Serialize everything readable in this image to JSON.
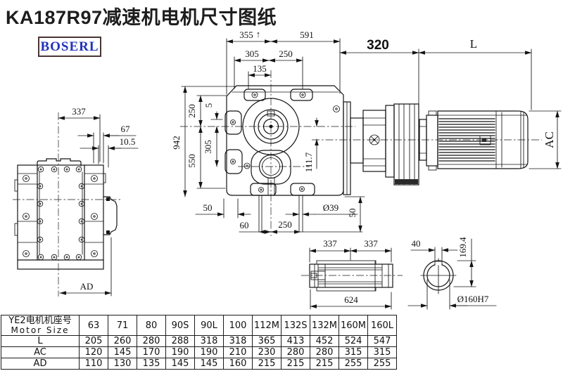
{
  "title": "KA187R97减速机电机尺寸图纸",
  "logo": "BOSERL",
  "colors": {
    "title": "#1d1d1d",
    "logo_text": "#2233bb",
    "line": "#141414"
  },
  "views": {
    "left": {
      "dim_337": "337",
      "dim_67": "67",
      "dim_10_5": "10.5",
      "dim_ad": "AD"
    },
    "front": {
      "dim_355": "355",
      "dim_355_mark": "↑",
      "dim_591": "591",
      "dim_305_top": "305",
      "dim_250_top": "250",
      "dim_135": "135",
      "dim_250_left": "250",
      "dim_5": "5",
      "dim_305_left": "305",
      "dim_550": "550",
      "dim_942": "942",
      "dim_111_7": "111.7",
      "dim_50_bl": "50",
      "dim_60": "60",
      "dim_250_bottom": "250",
      "dim_dia39": "Ø39",
      "dim_50_br": "50"
    },
    "motor": {
      "dim_320": "320",
      "dim_l": "L",
      "dim_ac": "AC"
    },
    "shaft": {
      "dim_337_a": "337",
      "dim_337_b": "337",
      "dim_624": "624"
    },
    "bore": {
      "dim_40": "40",
      "dim_169_4": "169.4",
      "dim_dia160": "Ø160H7"
    }
  },
  "table": {
    "header_line1": "YE2电机机座号",
    "header_line2": "Motor Size",
    "columns": [
      "63",
      "71",
      "80",
      "90S",
      "90L",
      "100",
      "112M",
      "132S",
      "132M",
      "160M",
      "160L"
    ],
    "rows": [
      {
        "label": "L",
        "values": [
          "205",
          "260",
          "280",
          "288",
          "318",
          "318",
          "365",
          "413",
          "452",
          "524",
          "547"
        ]
      },
      {
        "label": "AC",
        "values": [
          "120",
          "145",
          "170",
          "190",
          "190",
          "210",
          "230",
          "280",
          "280",
          "315",
          "315"
        ]
      },
      {
        "label": "AD",
        "values": [
          "110",
          "130",
          "135",
          "145",
          "145",
          "160",
          "215",
          "215",
          "215",
          "255",
          "255"
        ]
      }
    ]
  }
}
